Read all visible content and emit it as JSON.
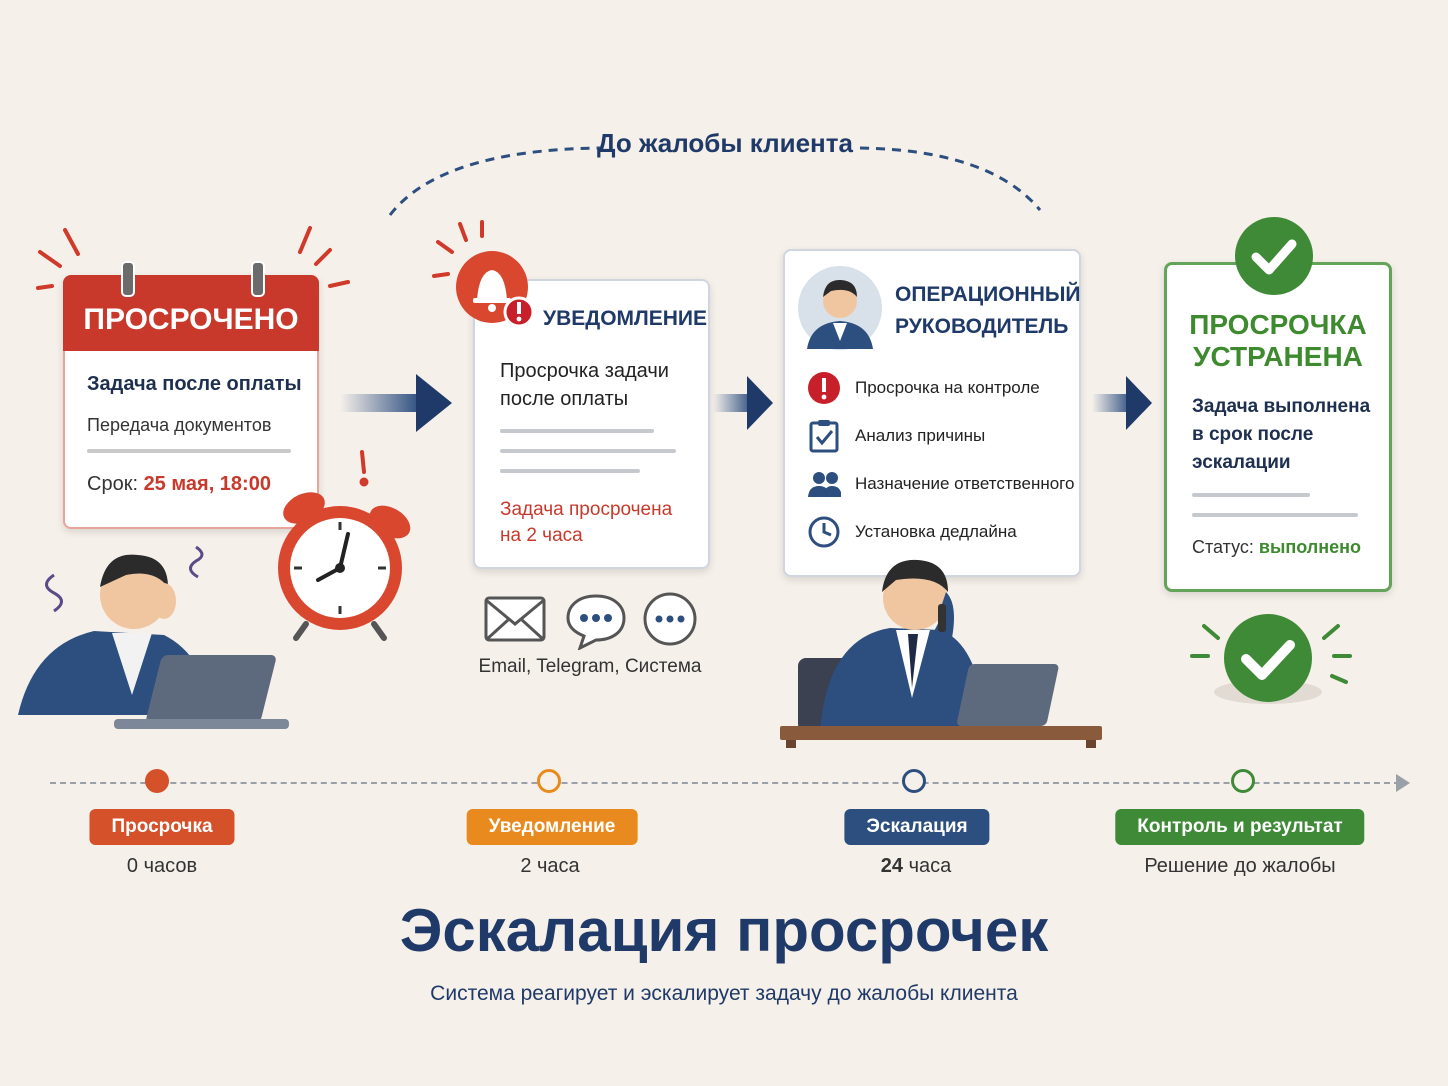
{
  "header": {
    "arc_label": "До жалобы клиента"
  },
  "overdue_card": {
    "header": "ПРОСРОЧЕНО",
    "title": "Задача после оплаты",
    "subtitle": "Передача документов",
    "due_label": "Срок:",
    "due_value": "25 мая, 18:00"
  },
  "notification_card": {
    "header": "УВЕДОМЛЕНИЕ",
    "text": "Просрочка задачи после оплаты",
    "alert_line1": "Задача просрочена",
    "alert_line2": "на 2 часа",
    "channels": "Email, Telegram, Система"
  },
  "manager_card": {
    "header_line1": "ОПЕРАЦИОННЫЙ",
    "header_line2": "РУКОВОДИТЕЛЬ",
    "items": [
      {
        "label": "Просрочка на контроле",
        "icon": "exclamation-icon"
      },
      {
        "label": "Анализ причины",
        "icon": "clipboard-check-icon"
      },
      {
        "label": "Назначение ответственного",
        "icon": "users-icon"
      },
      {
        "label": "Установка дедлайна",
        "icon": "clock-icon"
      }
    ]
  },
  "resolved_card": {
    "header_line1": "ПРОСРОЧКА",
    "header_line2": "УСТРАНЕНА",
    "text": "Задача выполнена в срок после эскалации",
    "status_label": "Статус:",
    "status_value": "выполнено"
  },
  "timeline": [
    {
      "label": "Просрочка",
      "time": "0 часов",
      "color": "#d4512a"
    },
    {
      "label": "Уведомление",
      "time": "2 часа",
      "color": "#e98a1f"
    },
    {
      "label": "Эскалация",
      "time_bold": "24",
      "time_rest": " часа",
      "color": "#2d4f80"
    },
    {
      "label": "Контроль и результат",
      "time": "Решение до жалобы",
      "color": "#3f8a37"
    }
  ],
  "footer": {
    "title": "Эскалация просрочек",
    "subtitle": "Система реагирует и эскалирует задачу до жалобы клиента"
  },
  "colors": {
    "red": "#c8392c",
    "navy": "#1f3a68",
    "green": "#3d8a2f",
    "orange": "#e98a1f"
  }
}
